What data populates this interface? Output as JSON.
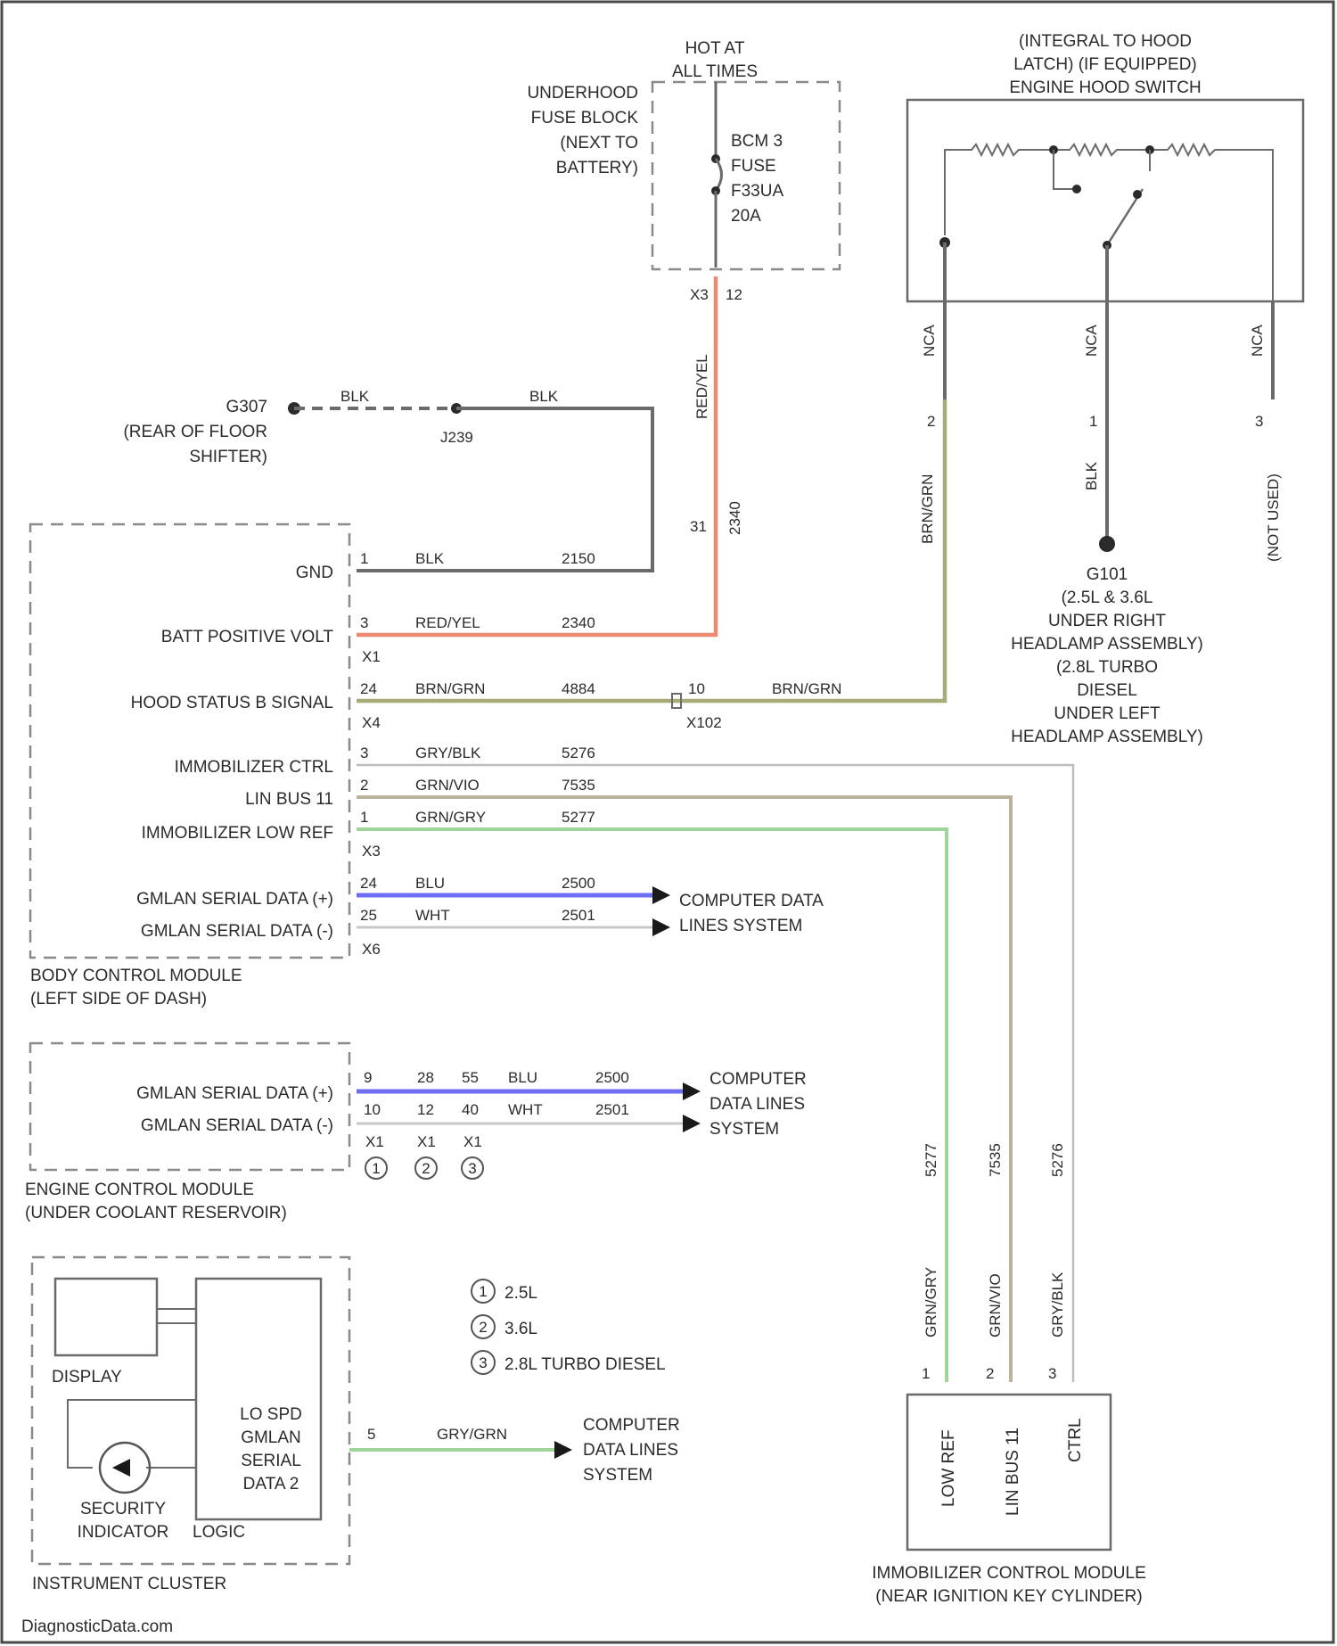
{
  "fuse_block": {
    "hot_label": [
      "HOT AT",
      "ALL TIMES"
    ],
    "name": [
      "UNDERHOOD",
      "FUSE BLOCK",
      "(NEXT TO",
      "BATTERY)"
    ],
    "fuse": [
      "BCM 3",
      "FUSE",
      "F33UA",
      "20A"
    ],
    "pins": [
      "X3",
      "12"
    ],
    "wire_color": "RED/YEL",
    "circuit": "2340",
    "splice_pin": "31"
  },
  "ground_g307": {
    "name": [
      "G307",
      "(REAR OF FLOOR",
      "SHIFTER)"
    ],
    "wire_color_a": "BLK",
    "wire_color_b": "BLK",
    "splice": "J239"
  },
  "hood_switch": {
    "title": [
      "(INTEGRAL TO HOOD",
      "LATCH) (IF EQUIPPED)",
      "ENGINE HOOD SWITCH"
    ],
    "pin_labels": [
      "NCA",
      "NCA",
      "NCA"
    ],
    "pins": [
      "2",
      "1",
      "3"
    ],
    "wire_left": "BRN/GRN",
    "wire_mid": "BLK",
    "not_used": "(NOT USED)"
  },
  "ground_g101": {
    "name": [
      "G101",
      "(2.5L & 3.6L",
      "UNDER RIGHT",
      "HEADLAMP ASSEMBLY)",
      "(2.8L TURBO",
      "DIESEL",
      "UNDER LEFT",
      "HEADLAMP ASSEMBLY)"
    ]
  },
  "bcm": {
    "name": [
      "BODY CONTROL MODULE",
      "(LEFT SIDE OF DASH)"
    ],
    "signals": [
      {
        "label": "GND",
        "pin": "1",
        "color": "BLK",
        "circuit": "2150"
      },
      {
        "label": "BATT POSITIVE VOLT",
        "pin": "3",
        "color": "RED/YEL",
        "circuit": "2340"
      },
      {
        "label": "HOOD STATUS B SIGNAL",
        "pin": "24",
        "color": "BRN/GRN",
        "circuit": "4884"
      },
      {
        "label": "IMMOBILIZER CTRL",
        "pin": "3",
        "color": "GRY/BLK",
        "circuit": "5276"
      },
      {
        "label": "LIN BUS 11",
        "pin": "2",
        "color": "GRN/VIO",
        "circuit": "7535"
      },
      {
        "label": "IMMOBILIZER LOW REF",
        "pin": "1",
        "color": "GRN/GRY",
        "circuit": "5277"
      },
      {
        "label": "GMLAN SERIAL DATA (+)",
        "pin": "24",
        "color": "BLU",
        "circuit": "2500"
      },
      {
        "label": "GMLAN SERIAL DATA (-)",
        "pin": "25",
        "color": "WHT",
        "circuit": "2501"
      }
    ],
    "connectors": [
      "X1",
      "X4",
      "X3",
      "X6"
    ],
    "inline_connector": {
      "pin": "10",
      "name": "X102",
      "color": "BRN/GRN"
    }
  },
  "computer_data_lines": [
    "COMPUTER DATA",
    "LINES SYSTEM"
  ],
  "ecm": {
    "name": [
      "ENGINE CONTROL MODULE",
      "(UNDER COOLANT RESERVOIR)"
    ],
    "signals": [
      {
        "label": "GMLAN SERIAL DATA (+)",
        "pins": [
          "9",
          "28",
          "55"
        ],
        "color": "BLU",
        "circuit": "2500"
      },
      {
        "label": "GMLAN SERIAL DATA (-)",
        "pins": [
          "10",
          "12",
          "40"
        ],
        "color": "WHT",
        "circuit": "2501"
      }
    ],
    "connectors": [
      "X1",
      "X1",
      "X1"
    ],
    "variants": [
      "1",
      "2",
      "3"
    ],
    "target": [
      "COMPUTER",
      "DATA LINES",
      "SYSTEM"
    ]
  },
  "legend": [
    {
      "num": "1",
      "text": "2.5L"
    },
    {
      "num": "2",
      "text": "3.6L"
    },
    {
      "num": "3",
      "text": "2.8L TURBO DIESEL"
    }
  ],
  "cluster": {
    "name": "INSTRUMENT CLUSTER",
    "display": "DISPLAY",
    "indicator": [
      "SECURITY",
      "INDICATOR"
    ],
    "logic": "LOGIC",
    "lo_spd": [
      "LO SPD",
      "GMLAN",
      "SERIAL",
      "DATA 2"
    ],
    "pin": "5",
    "color": "GRY/GRN",
    "target": [
      "COMPUTER",
      "DATA LINES",
      "SYSTEM"
    ]
  },
  "immobilizer": {
    "name": [
      "IMMOBILIZER CONTROL MODULE",
      "(NEAR IGNITION KEY CYLINDER)"
    ],
    "pins": [
      "LOW REF",
      "LIN BUS 11",
      "CTRL"
    ],
    "pin_nums": [
      "1",
      "2",
      "3"
    ],
    "wire_colors": [
      "GRN/GRY",
      "GRN/VIO",
      "GRY/BLK"
    ],
    "circuits": [
      "5277",
      "7535",
      "5276"
    ]
  },
  "watermark": "DiagnosticData.com"
}
